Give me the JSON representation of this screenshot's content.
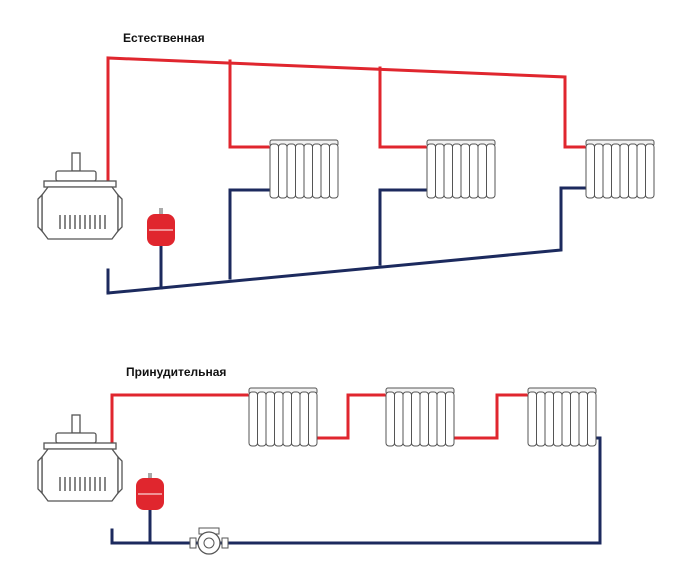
{
  "schemes": [
    {
      "id": "natural",
      "title": "Естественная"
    },
    {
      "id": "forced",
      "title": "Принудительная"
    }
  ],
  "colors": {
    "supply": "#e0262e",
    "return": "#1c2a5e",
    "expansion_tank": "#e0262e",
    "outline": "#555555",
    "background": "#ffffff"
  },
  "icons": [
    "boiler-icon",
    "radiator-icon",
    "expansion-tank-icon",
    "circulation-pump-icon"
  ]
}
